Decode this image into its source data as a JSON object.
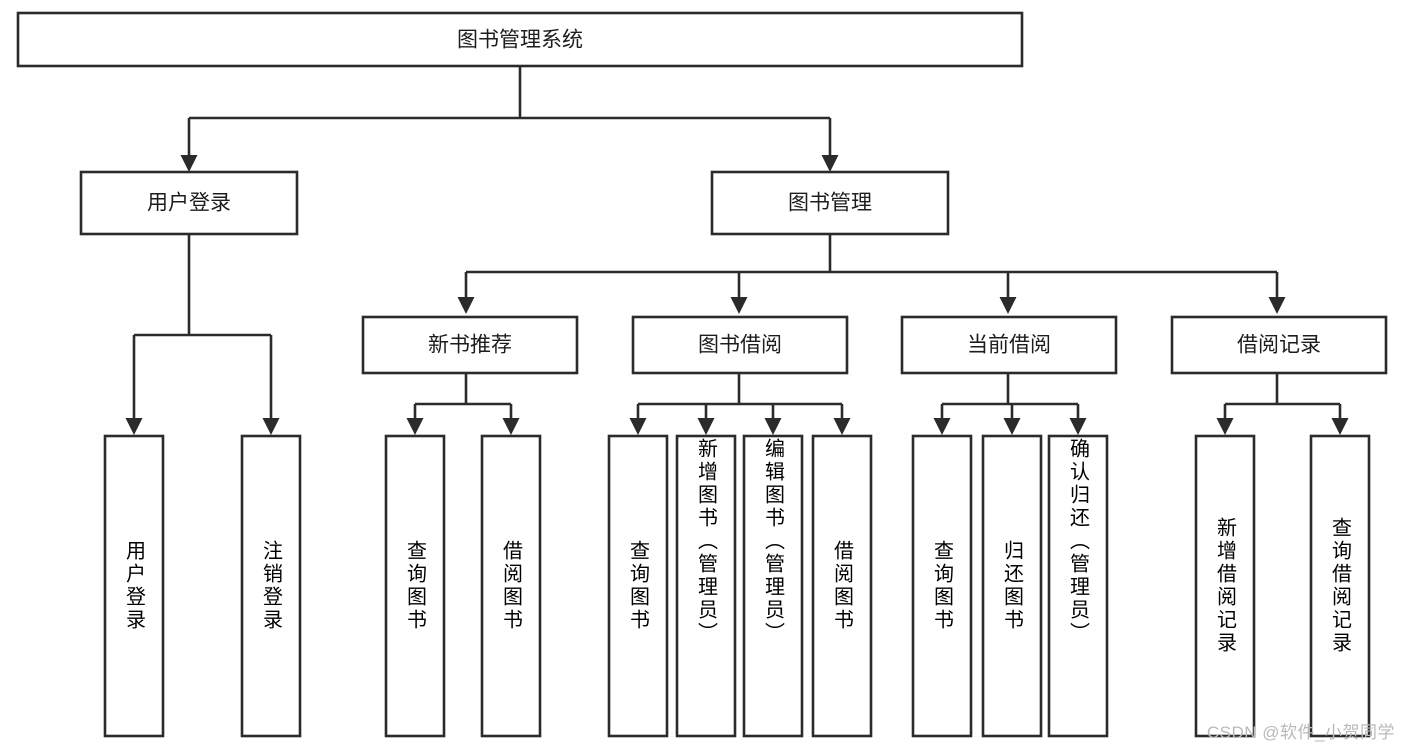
{
  "diagram": {
    "title": "图书管理系统",
    "type": "tree",
    "watermark": "CSDN @软件_小贺同学",
    "colors": {
      "box_stroke": "#2b2b2b",
      "box_fill": "#ffffff",
      "connector": "#2b2b2b",
      "text": "#1d1d1d",
      "watermark": "#b9b9b9",
      "background": "#ffffff"
    },
    "root": {
      "id": "root",
      "label": "图书管理系统",
      "orientation": "horizontal"
    },
    "level2": [
      {
        "id": "user-login",
        "label": "用户登录",
        "orientation": "horizontal"
      },
      {
        "id": "book-manage",
        "label": "图书管理",
        "orientation": "horizontal"
      }
    ],
    "level3": [
      {
        "id": "new-book-recommend",
        "label": "新书推荐",
        "orientation": "horizontal",
        "parent": "book-manage"
      },
      {
        "id": "book-borrow",
        "label": "图书借阅",
        "orientation": "horizontal",
        "parent": "book-manage"
      },
      {
        "id": "current-borrow",
        "label": "当前借阅",
        "orientation": "horizontal",
        "parent": "book-manage"
      },
      {
        "id": "borrow-record",
        "label": "借阅记录",
        "orientation": "horizontal",
        "parent": "book-manage"
      }
    ],
    "leaves": [
      {
        "id": "leaf-user-login",
        "label": "用户登录",
        "orientation": "vertical",
        "parent": "user-login"
      },
      {
        "id": "leaf-user-logout",
        "label": "注销登录",
        "orientation": "vertical",
        "parent": "user-login"
      },
      {
        "id": "leaf-query-book-1",
        "label": "查询图书",
        "orientation": "vertical",
        "parent": "new-book-recommend"
      },
      {
        "id": "leaf-borrow-book-1",
        "label": "借阅图书",
        "orientation": "vertical",
        "parent": "new-book-recommend"
      },
      {
        "id": "leaf-query-book-2",
        "label": "查询图书",
        "orientation": "vertical",
        "parent": "book-borrow"
      },
      {
        "id": "leaf-add-book",
        "label": "新增图书（管理员）",
        "orientation": "vertical",
        "parent": "book-borrow"
      },
      {
        "id": "leaf-edit-book",
        "label": "编辑图书（管理员）",
        "orientation": "vertical",
        "parent": "book-borrow"
      },
      {
        "id": "leaf-borrow-book-2",
        "label": "借阅图书",
        "orientation": "vertical",
        "parent": "book-borrow"
      },
      {
        "id": "leaf-query-book-3",
        "label": "查询图书",
        "orientation": "vertical",
        "parent": "current-borrow"
      },
      {
        "id": "leaf-return-book",
        "label": "归还图书",
        "orientation": "vertical",
        "parent": "current-borrow"
      },
      {
        "id": "leaf-confirm-return",
        "label": "确认归还（管理员）",
        "orientation": "vertical",
        "parent": "current-borrow"
      },
      {
        "id": "leaf-add-record",
        "label": "新增借阅记录",
        "orientation": "vertical",
        "parent": "borrow-record"
      },
      {
        "id": "leaf-query-record",
        "label": "查询借阅记录",
        "orientation": "vertical",
        "parent": "borrow-record"
      }
    ]
  }
}
